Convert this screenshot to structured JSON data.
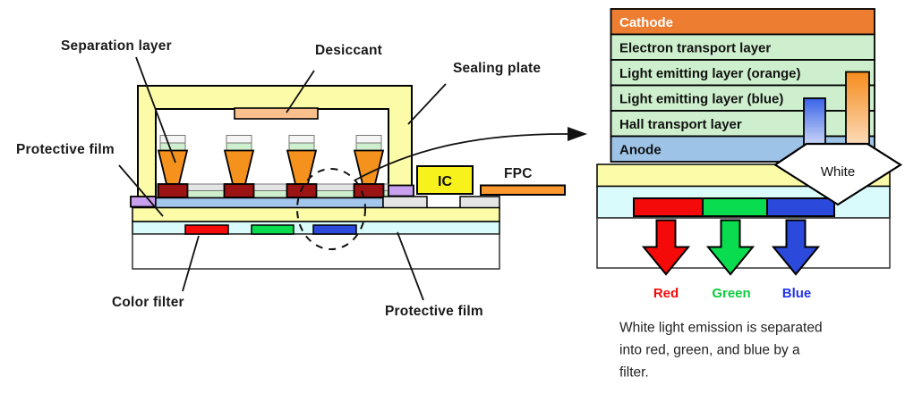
{
  "figure": {
    "left": {
      "labels": {
        "separation_layer": "Separation layer",
        "desiccant": "Desiccant",
        "sealing_plate": "Sealing plate",
        "protective_film_top": "Protective film",
        "color_filter": "Color filter",
        "protective_film_bottom": "Protective film",
        "ic": "IC",
        "fpc": "FPC"
      },
      "color_filters": [
        {
          "name": "red",
          "color": "#F50A0A"
        },
        {
          "name": "green",
          "color": "#0ADC50"
        },
        {
          "name": "blue",
          "color": "#2B49DB"
        }
      ]
    },
    "right": {
      "layers": [
        {
          "label": "Cathode",
          "color": "#ED7D31",
          "text_color": "#FFFFFF"
        },
        {
          "label": "Electron transport layer",
          "color": "#CDEFCD",
          "text_color": "#111111"
        },
        {
          "label": "Light emitting layer (orange)",
          "color": "#CDEFCD",
          "text_color": "#111111"
        },
        {
          "label": "Light emitting layer (blue)",
          "color": "#CDEFCD",
          "text_color": "#111111"
        },
        {
          "label": "Hall transport layer",
          "color": "#CDEFCD",
          "text_color": "#111111"
        },
        {
          "label": "Anode",
          "color": "#9DC3E6",
          "text_color": "#111111"
        }
      ],
      "white_arrow_label": "White",
      "filters": [
        {
          "label": "Red",
          "color": "#F50A0A",
          "label_color": "#F50A0A"
        },
        {
          "label": "Green",
          "color": "#0ADC50",
          "label_color": "#0ACC3C"
        },
        {
          "label": "Blue",
          "color": "#2B49DB",
          "label_color": "#2233EE"
        }
      ],
      "caption_lines": [
        "White light emission is separated",
        "into red, green, and blue by a",
        "filter."
      ]
    },
    "palette": {
      "pale_yellow": "#FBFBA8",
      "bright_yellow": "#F8F21C",
      "pixel_orange": "#F5921E",
      "desiccant_orange": "#F9C08C",
      "fpc_orange": "#FB9930",
      "cathode_orange": "#ED7D31",
      "light_green": "#CDEFCD",
      "anode_blue": "#9DC3E6",
      "pale_cyan": "#D9FBFB",
      "maroon": "#9C1313",
      "purple": "#C9A0EF",
      "light_gray": "#E4E4E4",
      "white": "#FFFFFF",
      "outline": "#000000"
    }
  }
}
